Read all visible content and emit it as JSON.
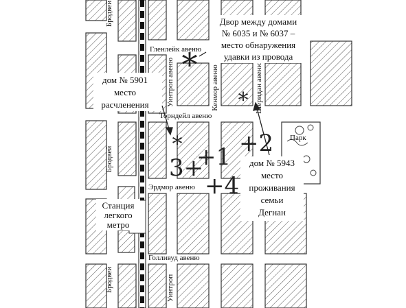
{
  "streets": {
    "broadway_top": "Бродвей",
    "broadway_mid": "Бродвей",
    "broadway_bottom": "Бродвей",
    "glenlake": "Гленлейк авеню",
    "thorndale": "Торндейл авеню",
    "ardmore": "Эрдмор авеню",
    "hollywood": "Голливуд авеню",
    "winthrop_top": "Уинтроп авеню",
    "winthrop_bottom": "Уинтроп",
    "kenmore": "Кенмор авеню",
    "sheridan": "Шеридан авеню",
    "park": "Парк"
  },
  "station": {
    "lines": [
      "Станция",
      "легкого",
      "метро"
    ]
  },
  "annotations": {
    "courtyard": {
      "lines": [
        "Двор между домами",
        "№ 6035 и № 6037 –",
        "место обнаружения",
        "удавки из провода"
      ]
    },
    "dismemberment": {
      "lines": [
        "дом № 5901",
        "место",
        "расчленения"
      ]
    },
    "degnan_home": {
      "lines": [
        "дом № 5943",
        "место",
        "проживания",
        "семьи",
        "Дегнан"
      ]
    }
  },
  "markers": {
    "m1": "+1",
    "m2": "+2",
    "m3": "3+",
    "m4": "+4",
    "star": "*"
  }
}
